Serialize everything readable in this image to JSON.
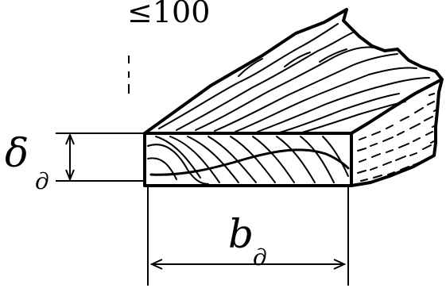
{
  "annotations": {
    "spacing_limit": "≤100",
    "thickness_symbol": "δ",
    "thickness_subscript": "д",
    "width_symbol": "b",
    "width_subscript": "д"
  },
  "colors": {
    "ink": "#000000",
    "background": "#ffffff"
  }
}
